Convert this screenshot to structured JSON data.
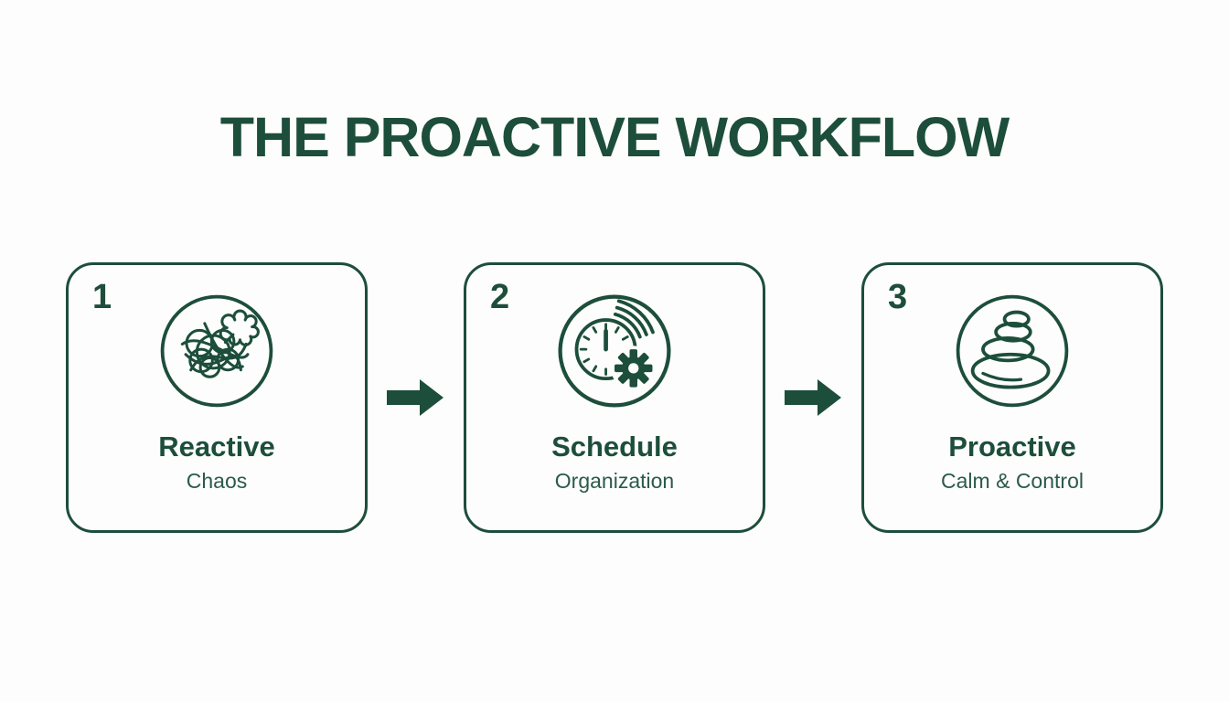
{
  "page": {
    "background_color": "#fcfdfc",
    "accent_color": "#1d4e3b",
    "subtitle_color": "#2c5a49"
  },
  "title": "THE PROACTIVE WORKFLOW",
  "steps": [
    {
      "number": "1",
      "icon": "tangled-chaos-icon",
      "title": "Reactive",
      "subtitle": "Chaos"
    },
    {
      "number": "2",
      "icon": "clock-gear-icon",
      "title": "Schedule",
      "subtitle": "Organization"
    },
    {
      "number": "3",
      "icon": "zen-stones-icon",
      "title": "Proactive",
      "subtitle": "Calm & Control"
    }
  ],
  "arrows": [
    {
      "name": "arrow-right",
      "direction": "right"
    },
    {
      "name": "arrow-right",
      "direction": "right"
    }
  ]
}
